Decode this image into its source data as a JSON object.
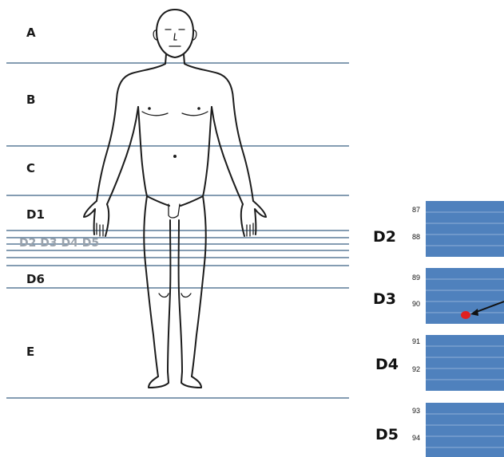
{
  "colors": {
    "guide_line": "#5b7c98",
    "panel_fill": "#4f81bd",
    "panel_line": "#8fb0d8",
    "marker": "#e02020",
    "body_outline": "#1c1c1c"
  },
  "zones": {
    "a": "A",
    "b": "B",
    "c": "C",
    "d1": "D1",
    "d2_d5": "D2 D3 D4 D5",
    "d6": "D6",
    "e": "E"
  },
  "panels": [
    {
      "label": "D2",
      "rows": [
        "87",
        "88"
      ]
    },
    {
      "label": "D3",
      "rows": [
        "89",
        "90"
      ]
    },
    {
      "label": "D4",
      "rows": [
        "91",
        "92"
      ]
    },
    {
      "label": "D5",
      "rows": [
        "93",
        "94"
      ]
    }
  ],
  "marker": {
    "panel": "D3",
    "icon": "red-dot-with-arrow"
  }
}
